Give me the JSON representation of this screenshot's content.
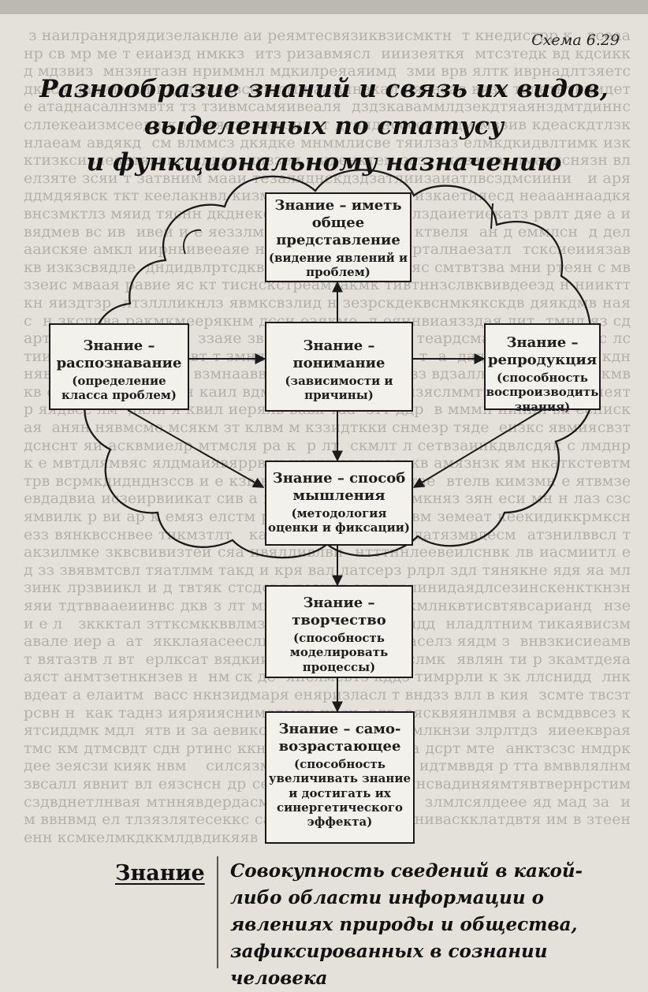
{
  "scheme_label": "Схема 6.29",
  "title": {
    "line1": "Разнообразие знаний и связь их видов,",
    "line2": "выделенных по статусу",
    "line3": "и функциональному назначению"
  },
  "boxes": {
    "general": {
      "title": "Знание – иметь общее представление",
      "note": "(видение явлений и проблем)"
    },
    "recognition": {
      "title": "Знание – распознавание",
      "note": "(определение класса проблем)"
    },
    "understanding": {
      "title": "Знание – понимание",
      "note": "(зависимости и причины)"
    },
    "reproduction": {
      "title": "Знание – репродукция",
      "note": "(способность воспроизводить знания)"
    },
    "thinking": {
      "title": "Знание – способ мышления",
      "note": "(методология оценки и фиксации)"
    },
    "creativity": {
      "title": "Знание – творчество",
      "note": "(способность моделировать процессы)"
    },
    "self_growing": {
      "title": "Знание – само-возрастающее",
      "note": "(способность увеличивать знание и достигать их синергетического эффекта)"
    }
  },
  "definition": {
    "term": "Знание",
    "text": "Совокупность сведений в какой-либо области информации о явлениях природы и общества, зафиксированных в сознании человека"
  },
  "colors": {
    "ink": "#1a1a1a",
    "paper": "#e4e1da",
    "box_fill": "#f3f1ec"
  }
}
